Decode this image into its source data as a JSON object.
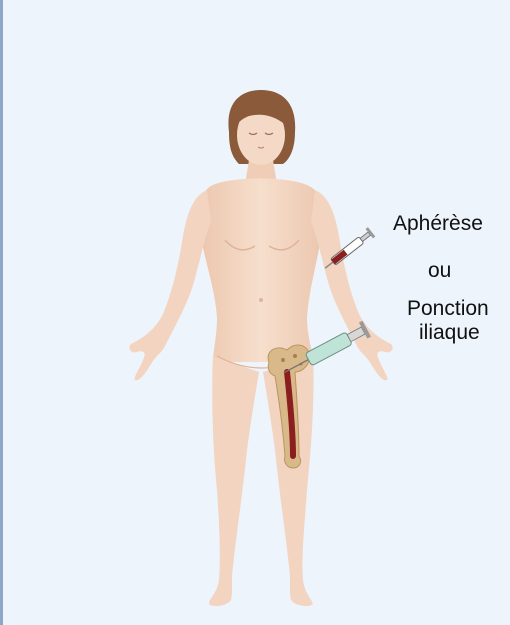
{
  "labels": {
    "apheresis": "Aphérèse",
    "or": "ou",
    "iliac_puncture_line1": "Ponction",
    "iliac_puncture_line2": "iliaque"
  },
  "colors": {
    "background": "#eef4fb",
    "border": "#8fa6c9",
    "skin": "#f4d9c6",
    "skin_shadow": "#e7bfa6",
    "hair": "#8a5a3a",
    "bone": "#d9b98a",
    "marrow": "#8b1e1e",
    "syringe_blood": "#8b1e1e",
    "syringe_fluid": "#bfe3d6"
  },
  "icons": [
    "human-figure",
    "syringe-icon",
    "femur-bone-icon"
  ]
}
